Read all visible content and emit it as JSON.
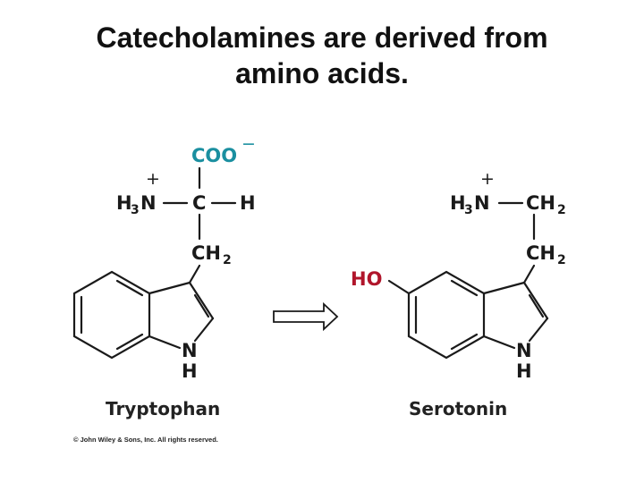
{
  "slide": {
    "title_line1": "Catecholamines are derived from",
    "title_line2": "amino acids."
  },
  "tryptophan": {
    "carboxylate": "COO",
    "carboxylate_charge": "−",
    "amine_h": "H",
    "amine_sub": "3",
    "amine_n": "N",
    "amine_charge": "+",
    "alpha_c": "C",
    "alpha_h": "H",
    "ch2_c": "CH",
    "ch2_sub": "2",
    "ring_n": "N",
    "ring_h": "H",
    "caption": "Tryptophan"
  },
  "serotonin": {
    "hydroxyl": "HO",
    "amine_h": "H",
    "amine_sub": "3",
    "amine_n": "N",
    "amine_charge": "+",
    "ch2a_c": "CH",
    "ch2a_sub": "2",
    "ch2b_c": "CH",
    "ch2b_sub": "2",
    "ring_n": "N",
    "ring_h": "H",
    "caption": "Serotonin"
  },
  "copyright": "© John Wiley & Sons, Inc. All rights reserved.",
  "colors": {
    "carboxylate": "#1a8fa0",
    "hydroxyl": "#b0152b",
    "text": "#1a1a1a"
  },
  "icons": {
    "reaction_arrow": "hollow-right-arrow-icon"
  }
}
